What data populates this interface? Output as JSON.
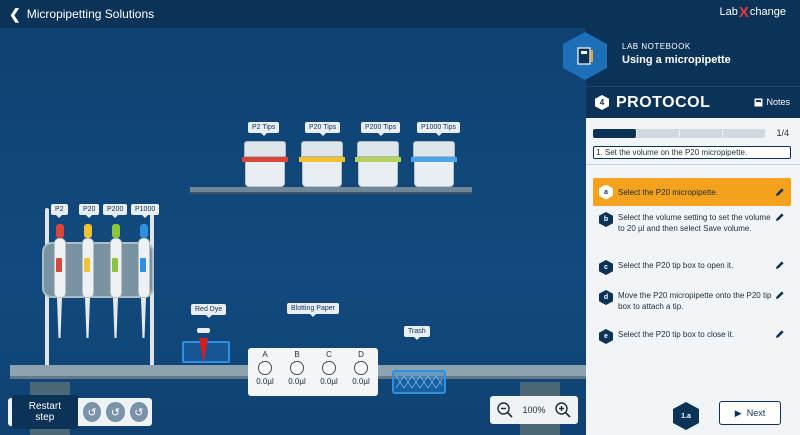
{
  "app": {
    "title": "Micropipetting Solutions",
    "brand_left": "Lab",
    "brand_mid": "X",
    "brand_right": "change"
  },
  "scene": {
    "tip_boxes": [
      {
        "label": "P2 Tips",
        "color": "#d9473b"
      },
      {
        "label": "P20 Tips",
        "color": "#f2c230"
      },
      {
        "label": "P200 Tips",
        "color": "#b6d35c"
      },
      {
        "label": "P1000 Tips",
        "color": "#4aa6e8"
      }
    ],
    "pipettes": [
      {
        "label": "P2",
        "color": "#d9473b"
      },
      {
        "label": "P20",
        "color": "#f2c230"
      },
      {
        "label": "P200",
        "color": "#8cc63f"
      },
      {
        "label": "P1000",
        "color": "#2f8fe0"
      }
    ],
    "red_dye_label": "Red Dye",
    "blotting_label": "Blotting Paper",
    "blot_spots": [
      {
        "letter": "A",
        "volume": "0.0µl"
      },
      {
        "letter": "B",
        "volume": "0.0µl"
      },
      {
        "letter": "C",
        "volume": "0.0µl"
      },
      {
        "letter": "D",
        "volume": "0.0µl"
      }
    ],
    "trash_label": "Trash"
  },
  "controls": {
    "restart_label": "Restart step",
    "zoom_level": "100%"
  },
  "notebook": {
    "kicker": "LAB NOTEBOOK",
    "subtitle": "Using a micropipette"
  },
  "protocol": {
    "number": "4",
    "title": "PROTOCOL",
    "notes_label": "Notes",
    "progress_fraction": 0.25,
    "step_count": "1/4",
    "current_step": "1. Set the volume on the P20 micropipette.",
    "steps": [
      {
        "badge": "a",
        "text": "Select the P20 micropipette.",
        "active": true
      },
      {
        "badge": "b",
        "text": "Select the volume setting to set the volume to 20 µl and then select Save volume.",
        "active": false
      },
      {
        "badge": "c",
        "text": "Select the P20 tip box to open it.",
        "active": false
      },
      {
        "badge": "d",
        "text": "Move the P20 micropipette onto the P20 tip box to attach a tip.",
        "active": false
      },
      {
        "badge": "e",
        "text": "Select the P20 tip box to close it.",
        "active": false
      }
    ],
    "step_id": "1.a",
    "next_label": "Next"
  },
  "colors": {
    "navy": "#0b3257",
    "accent_orange": "#f4a21d",
    "accent_blue": "#1d6fb8"
  }
}
